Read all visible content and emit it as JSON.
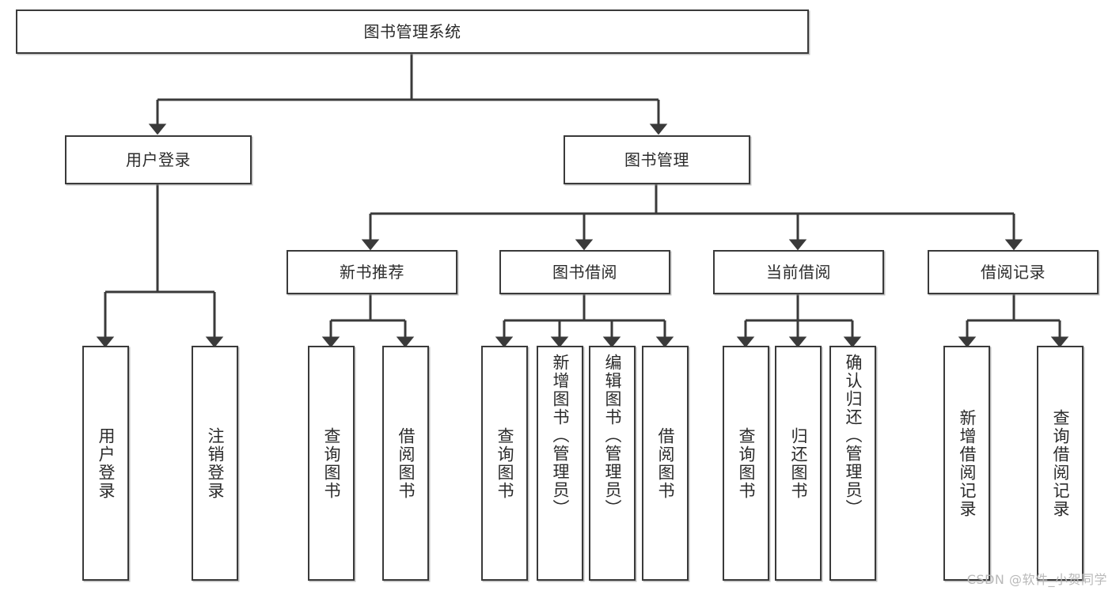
{
  "diagram": {
    "type": "tree",
    "title": "图书管理系统",
    "watermark": "CSDN @软件_小贺同学",
    "colors": {
      "box_border": "#3a3a3a",
      "box_fill": "#ffffff",
      "edge": "#3a3a3a",
      "text": "#2b2b2b",
      "watermark": "#b9b9b9"
    },
    "nodes": {
      "root": {
        "label": "图书管理系统",
        "level": 1,
        "orientation": "horizontal"
      },
      "login": {
        "label": "用户登录",
        "level": 2,
        "orientation": "horizontal"
      },
      "book_manage": {
        "label": "图书管理",
        "level": 2,
        "orientation": "horizontal"
      },
      "new_book": {
        "label": "新书推荐",
        "level": 3,
        "orientation": "horizontal"
      },
      "borrow": {
        "label": "图书借阅",
        "level": 3,
        "orientation": "horizontal"
      },
      "current_borrow": {
        "label": "当前借阅",
        "level": 3,
        "orientation": "horizontal"
      },
      "borrow_record": {
        "label": "借阅记录",
        "level": 3,
        "orientation": "horizontal"
      },
      "leaf_user_login": {
        "label": "用户登录",
        "level": 4,
        "orientation": "vertical",
        "parent": "login"
      },
      "leaf_logout": {
        "label": "注销登录",
        "level": 4,
        "orientation": "vertical",
        "parent": "login"
      },
      "leaf_query_book_1": {
        "label": "查询图书",
        "level": 4,
        "orientation": "vertical",
        "parent": "new_book"
      },
      "leaf_borrow_book_1": {
        "label": "借阅图书",
        "level": 4,
        "orientation": "vertical",
        "parent": "new_book"
      },
      "leaf_query_book_2": {
        "label": "查询图书",
        "level": 4,
        "orientation": "vertical",
        "parent": "borrow"
      },
      "leaf_add_book": {
        "label": "新增图书（管理员）",
        "level": 4,
        "orientation": "vertical",
        "parent": "borrow"
      },
      "leaf_edit_book": {
        "label": "编辑图书（管理员）",
        "level": 4,
        "orientation": "vertical",
        "parent": "borrow"
      },
      "leaf_borrow_book_2": {
        "label": "借阅图书",
        "level": 4,
        "orientation": "vertical",
        "parent": "borrow"
      },
      "leaf_query_book_3": {
        "label": "查询图书",
        "level": 4,
        "orientation": "vertical",
        "parent": "current_borrow"
      },
      "leaf_return_book": {
        "label": "归还图书",
        "level": 4,
        "orientation": "vertical",
        "parent": "current_borrow"
      },
      "leaf_confirm_return": {
        "label": "确认归还（管理员）",
        "level": 4,
        "orientation": "vertical",
        "parent": "current_borrow"
      },
      "leaf_add_record": {
        "label": "新增借阅记录",
        "level": 4,
        "orientation": "vertical",
        "parent": "borrow_record"
      },
      "leaf_query_record": {
        "label": "查询借阅记录",
        "level": 4,
        "orientation": "vertical",
        "parent": "borrow_record"
      }
    },
    "edges": [
      {
        "from": "root",
        "to": "login"
      },
      {
        "from": "root",
        "to": "book_manage"
      },
      {
        "from": "book_manage",
        "to": "new_book"
      },
      {
        "from": "book_manage",
        "to": "borrow"
      },
      {
        "from": "book_manage",
        "to": "current_borrow"
      },
      {
        "from": "book_manage",
        "to": "borrow_record"
      },
      {
        "from": "login",
        "to": "leaf_user_login"
      },
      {
        "from": "login",
        "to": "leaf_logout"
      },
      {
        "from": "new_book",
        "to": "leaf_query_book_1"
      },
      {
        "from": "new_book",
        "to": "leaf_borrow_book_1"
      },
      {
        "from": "borrow",
        "to": "leaf_query_book_2"
      },
      {
        "from": "borrow",
        "to": "leaf_add_book"
      },
      {
        "from": "borrow",
        "to": "leaf_edit_book"
      },
      {
        "from": "borrow",
        "to": "leaf_borrow_book_2"
      },
      {
        "from": "current_borrow",
        "to": "leaf_query_book_3"
      },
      {
        "from": "current_borrow",
        "to": "leaf_return_book"
      },
      {
        "from": "current_borrow",
        "to": "leaf_confirm_return"
      },
      {
        "from": "borrow_record",
        "to": "leaf_add_record"
      },
      {
        "from": "borrow_record",
        "to": "leaf_query_record"
      }
    ]
  }
}
